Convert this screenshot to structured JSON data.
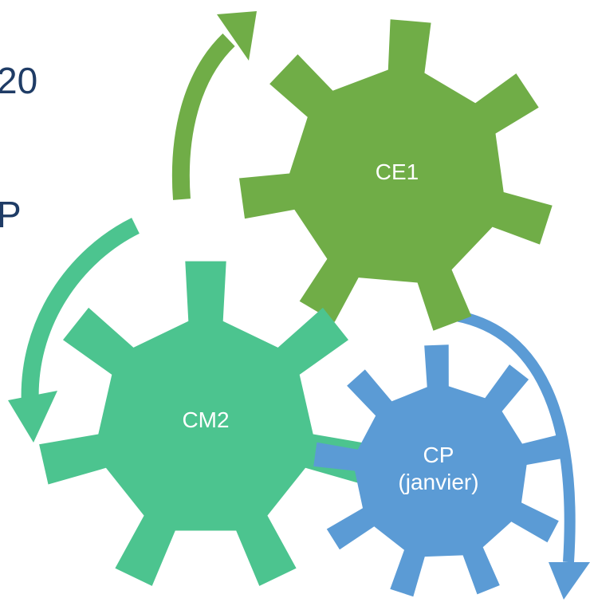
{
  "edge_text": {
    "line1": "20",
    "line2": "P"
  },
  "gears": {
    "ce1": {
      "label": "CE1",
      "color": "#70ad47"
    },
    "cm2": {
      "label": "CM2",
      "color": "#4cc48f"
    },
    "cp": {
      "label_line1": "CP",
      "label_line2": "(janvier)",
      "color": "#5b9bd5"
    }
  },
  "colors": {
    "text": "#1f3c66",
    "label": "#ffffff"
  }
}
